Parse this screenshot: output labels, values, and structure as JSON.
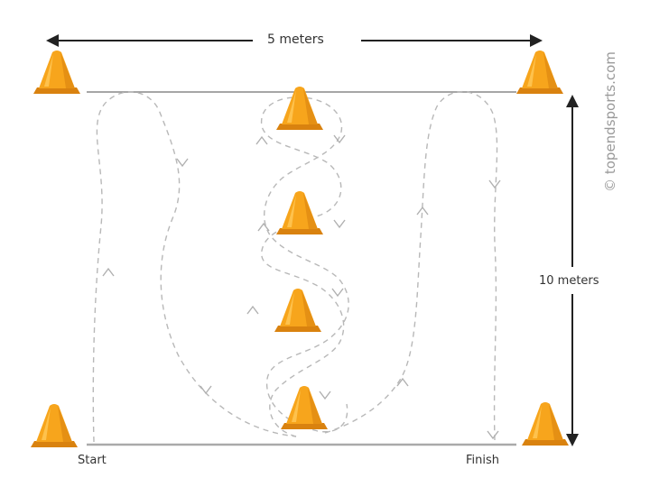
{
  "labels": {
    "width": "5 meters",
    "length": "10 meters",
    "start": "Start",
    "finish": "Finish",
    "copyright": "© topendsports.com"
  },
  "cones": [
    {
      "name": "corner-top-left"
    },
    {
      "name": "corner-top-right"
    },
    {
      "name": "corner-bottom-left"
    },
    {
      "name": "corner-bottom-right"
    },
    {
      "name": "center-1"
    },
    {
      "name": "center-2"
    },
    {
      "name": "center-3"
    },
    {
      "name": "center-4"
    }
  ],
  "colors": {
    "cone": "#f7a51c",
    "cone_shadow": "#d9820f",
    "cone_light": "#ffc95a",
    "line": "#888888",
    "path": "#b8b8b8",
    "arrow": "#222222"
  }
}
